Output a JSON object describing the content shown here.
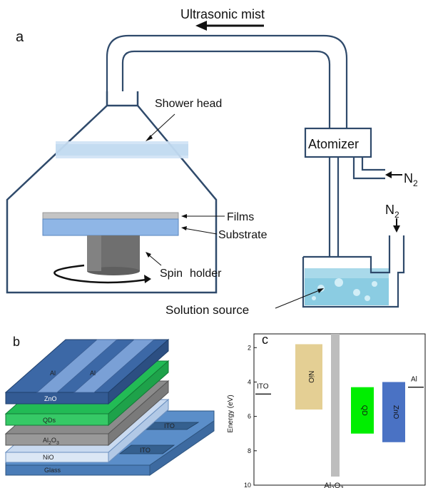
{
  "panel_a": {
    "letter": "a",
    "flow_label": "Ultrasonic mist",
    "shower_head": "Shower head",
    "atomizer": "Atomizer",
    "films": "Films",
    "substrate": "Substrate",
    "spin": "Spin",
    "holder": "holder",
    "solution_source": "Solution source",
    "n2_main": "N",
    "n2_sub": "2"
  },
  "panel_b": {
    "letter": "b",
    "layers": {
      "al_1": "Al",
      "al_2": "Al",
      "zno": "ZnO",
      "qds": "QDs",
      "al2o3_main": "Al",
      "al2o3_sub": "2",
      "al2o3_o": "O",
      "al2o3_sub2": "3",
      "ito_1": "ITO",
      "ito_2": "ITO",
      "nio": "NiO",
      "glass": "Glass"
    },
    "colors": {
      "zno": "#3c68a6",
      "al": "#7aa0d6",
      "qds": "#22bb55",
      "al2o3": "#8b8b8b",
      "nio": "#c9daf0",
      "glass": "#5b8ec9",
      "ito": "#35608f"
    }
  },
  "panel_c": {
    "letter": "c",
    "ylabel": "Energy (eV)",
    "ito_label": "ITO",
    "al_label": "Al",
    "nio_label": "NiO",
    "qd_label": "QD",
    "zno_label": "ZnO",
    "al2o3_main": "Al",
    "al2o3_sub": "2",
    "al2o3_o": "O",
    "al2o3_sub2": "3"
  },
  "chart_data": {
    "type": "bar",
    "ylabel": "Energy (eV)",
    "yticks": [
      2,
      4,
      6,
      8,
      10
    ],
    "ylim": [
      1.2,
      10
    ],
    "y_inverted": true,
    "levels": [
      {
        "name": "ITO",
        "value": 4.7,
        "kind": "line"
      },
      {
        "name": "Al",
        "value": 4.3,
        "kind": "line"
      }
    ],
    "bands": [
      {
        "name": "NiO",
        "top": 1.8,
        "bottom": 5.6,
        "color": "#e4cf94"
      },
      {
        "name": "Al2O3",
        "top": 1.2,
        "bottom": 9.5,
        "color": "#bdbdbd"
      },
      {
        "name": "QD",
        "top": 4.3,
        "bottom": 7.0,
        "color": "#00ee00"
      },
      {
        "name": "ZnO",
        "top": 4.0,
        "bottom": 7.5,
        "color": "#4a72c4"
      }
    ]
  }
}
